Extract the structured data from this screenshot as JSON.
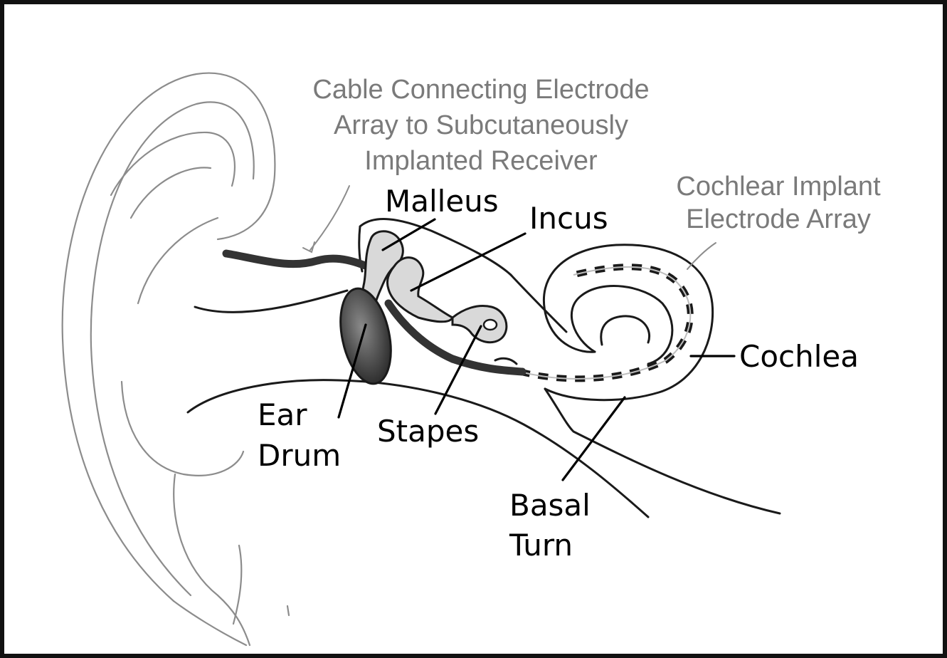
{
  "labels": {
    "malleus": "Malleus",
    "incus": "Incus",
    "cochlea": "Cochlea",
    "ear": "Ear",
    "drum": "Drum",
    "stapes": "Stapes",
    "basal": "Basal",
    "turn": "Turn"
  },
  "captions": {
    "cable_line1": "Cable Connecting Electrode",
    "cable_line2": "Array to Subcutaneously",
    "cable_line3": "Implanted Receiver",
    "implant_line1": "Cochlear Implant",
    "implant_line2": "Electrode Array"
  },
  "colors": {
    "border": "#111111",
    "label_text": "#000000",
    "caption_text": "#7a7a7a",
    "ear_outline": "#8c8c8c",
    "ossicle_fill": "#d9d9d9",
    "eardrum_fill": "#4a4a4a",
    "electrode_array": "#1a1a1a"
  }
}
